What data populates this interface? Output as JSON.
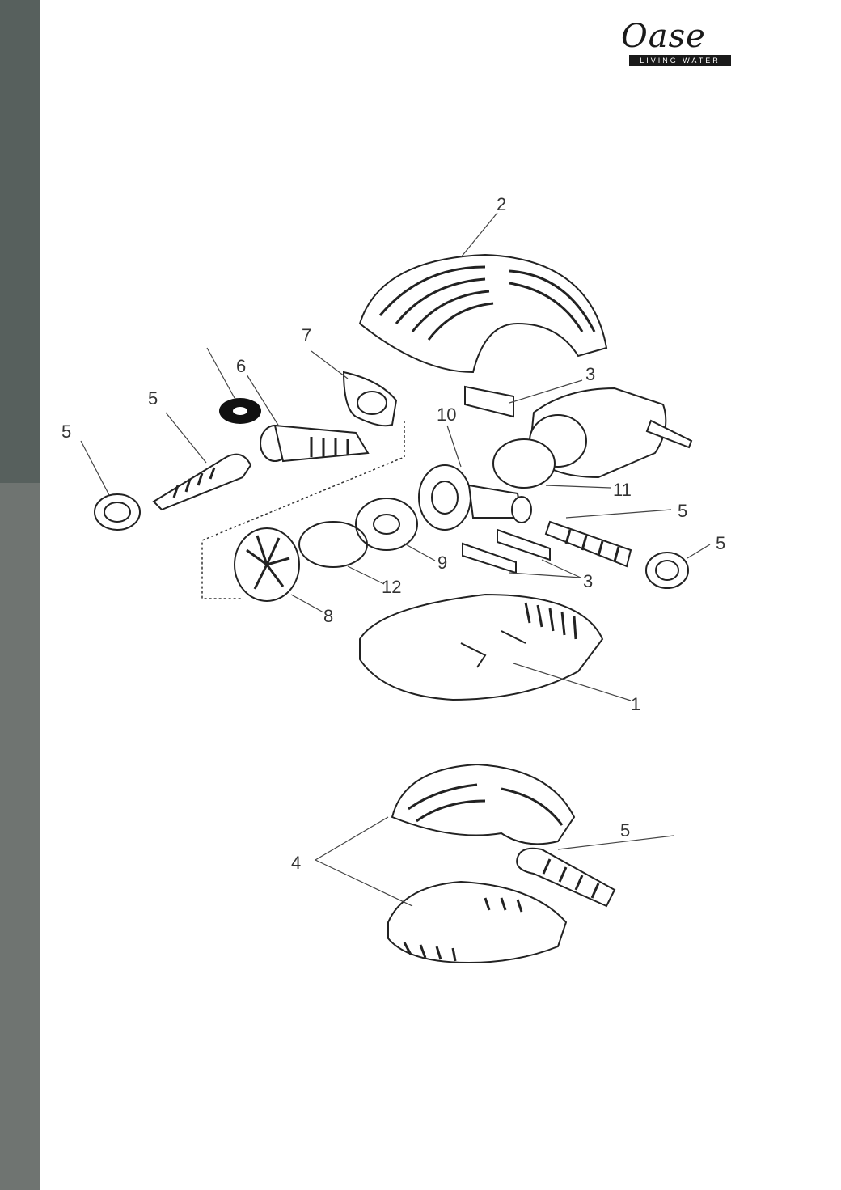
{
  "brand": {
    "name": "Oase",
    "tagline": "LIVING WATER"
  },
  "diagram": {
    "callouts": [
      {
        "id": "c2",
        "label": "2"
      },
      {
        "id": "c7",
        "label": "7"
      },
      {
        "id": "c6",
        "label": "6"
      },
      {
        "id": "c3a",
        "label": "3"
      },
      {
        "id": "c5a",
        "label": "5"
      },
      {
        "id": "c10",
        "label": "10"
      },
      {
        "id": "c5b",
        "label": "5"
      },
      {
        "id": "c11",
        "label": "11"
      },
      {
        "id": "c5c",
        "label": "5"
      },
      {
        "id": "c5d",
        "label": "5"
      },
      {
        "id": "c9",
        "label": "9"
      },
      {
        "id": "c12",
        "label": "12"
      },
      {
        "id": "c3b",
        "label": "3"
      },
      {
        "id": "c8",
        "label": "8"
      },
      {
        "id": "c1",
        "label": "1"
      },
      {
        "id": "c5e",
        "label": "5"
      },
      {
        "id": "c4",
        "label": "4"
      }
    ]
  }
}
